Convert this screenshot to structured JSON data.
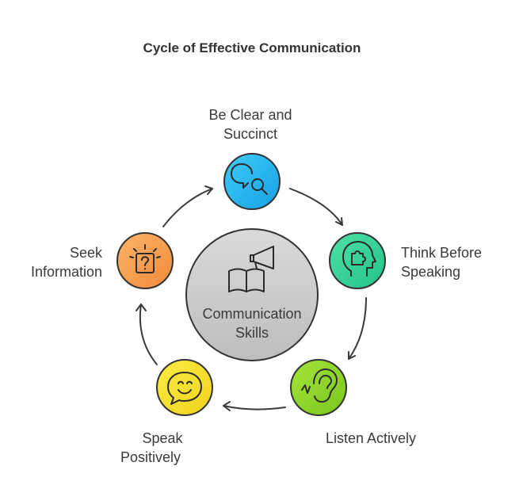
{
  "title": "Cycle of Effective Communication",
  "center": {
    "line1": "Communication",
    "line2": "Skills",
    "icon": "book-megaphone-icon",
    "color": "#c9c9c9"
  },
  "steps": [
    {
      "line1": "Be Clear and",
      "line2": "Succinct",
      "icon": "chat-magnifier-icon",
      "color": "#2ab6ef"
    },
    {
      "line1": "Think Before",
      "line2": "Speaking",
      "icon": "head-puzzle-icon",
      "color": "#34d39a"
    },
    {
      "line1": "Listen Actively",
      "line2": "",
      "icon": "ear-icon",
      "color": "#8fd62b"
    },
    {
      "line1": "Speak",
      "line2": "Positively",
      "icon": "smile-chat-icon",
      "color": "#f6e02e"
    },
    {
      "line1": "Seek",
      "line2": "Information",
      "icon": "question-note-icon",
      "color": "#f7a050"
    }
  ]
}
